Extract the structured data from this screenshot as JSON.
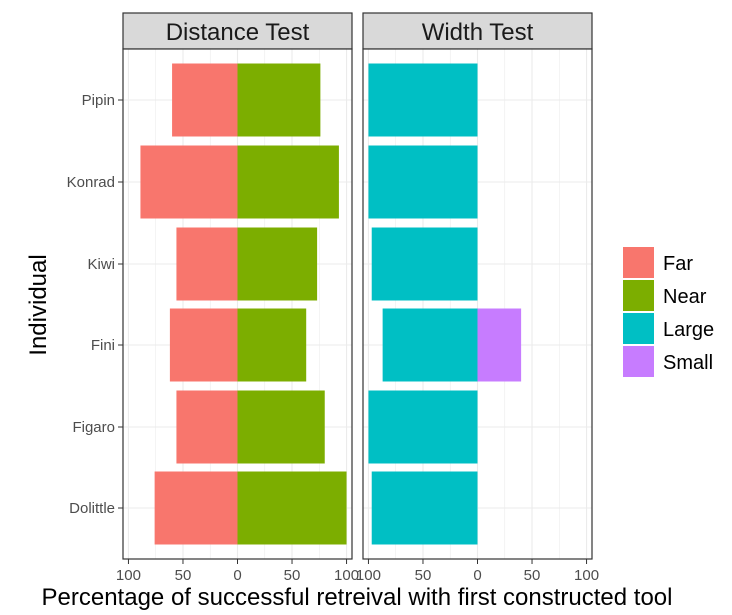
{
  "chart_data": {
    "type": "bar",
    "orientation": "horizontal",
    "xlabel": "Percentage of successful retreival with first constructed tool",
    "ylabel": "Individual",
    "categories": [
      "Pipin",
      "Konrad",
      "Kiwi",
      "Fini",
      "Figaro",
      "Dolittle"
    ],
    "xlim": [
      -105,
      105
    ],
    "x_ticks": [
      -100,
      -50,
      0,
      50,
      100
    ],
    "x_tick_labels": [
      "100",
      "50",
      "0",
      "50",
      "100"
    ],
    "grid": true,
    "legend_position": "right",
    "legend": [
      {
        "name": "Far",
        "color": "#F8766D"
      },
      {
        "name": "Near",
        "color": "#7CAE00"
      },
      {
        "name": "Large",
        "color": "#00BFC4"
      },
      {
        "name": "Small",
        "color": "#C77CFF"
      }
    ],
    "panels": [
      {
        "title": "Distance Test",
        "series": [
          {
            "name": "Far",
            "color": "#F8766D",
            "values": [
              -60,
              -89,
              -56,
              -62,
              -56,
              -76
            ]
          },
          {
            "name": "Near",
            "color": "#7CAE00",
            "values": [
              76,
              93,
              73,
              63,
              80,
              100
            ]
          }
        ]
      },
      {
        "title": "Width Test",
        "series": [
          {
            "name": "Large",
            "color": "#00BFC4",
            "values": [
              -100,
              -100,
              -97,
              -87,
              -100,
              -97
            ]
          },
          {
            "name": "Small",
            "color": "#C77CFF",
            "values": [
              0,
              0,
              0,
              40,
              0,
              0
            ]
          }
        ]
      }
    ]
  }
}
